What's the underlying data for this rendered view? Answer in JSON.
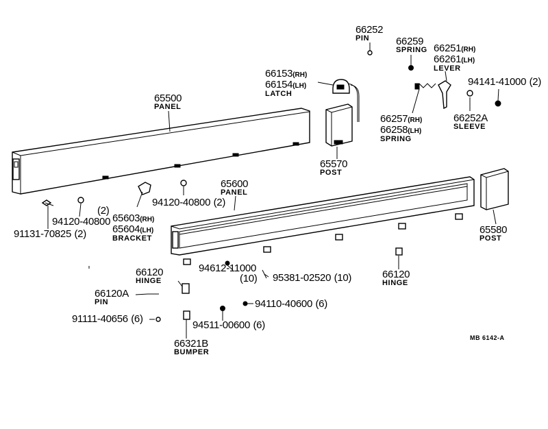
{
  "figure_id": "MB 6142-A",
  "parts": [
    {
      "key": "p66252",
      "number": "66252",
      "name": "PIN"
    },
    {
      "key": "p66259",
      "number": "66259",
      "name": "SPRING"
    },
    {
      "key": "p66251",
      "number": "66251",
      "side": "(RH)"
    },
    {
      "key": "p66261",
      "number": "66261",
      "side": "(LH)",
      "name": "LEVER"
    },
    {
      "key": "p94141",
      "number": "94141-41000",
      "qty": "(2)"
    },
    {
      "key": "p66153",
      "number": "66153",
      "side": "(RH)"
    },
    {
      "key": "p66154",
      "number": "66154",
      "side": "(LH)",
      "name": "LATCH"
    },
    {
      "key": "p65500",
      "number": "65500",
      "name": "PANEL"
    },
    {
      "key": "p66257",
      "number": "66257",
      "side": "(RH)"
    },
    {
      "key": "p66258",
      "number": "66258",
      "side": "(LH)",
      "name": "SPRING"
    },
    {
      "key": "p66252A",
      "number": "66252A",
      "name": "SLEEVE"
    },
    {
      "key": "p65570",
      "number": "65570",
      "name": "POST"
    },
    {
      "key": "p65600",
      "number": "65600",
      "name": "PANEL"
    },
    {
      "key": "p94120b",
      "number": "94120-40800",
      "qty": "(2)"
    },
    {
      "key": "p65603",
      "number": "65603",
      "side": "(RH)"
    },
    {
      "key": "p65604",
      "number": "65604",
      "side": "(LH)",
      "name": "BRACKET"
    },
    {
      "key": "p94120a",
      "number": "94120-40800",
      "qty": "(2)"
    },
    {
      "key": "p91131",
      "number": "91131-70825",
      "qty": "(2)"
    },
    {
      "key": "p65580",
      "number": "65580",
      "name": "POST"
    },
    {
      "key": "p66120a",
      "number": "66120",
      "name": "HINGE"
    },
    {
      "key": "p94612",
      "number": "94612-11000",
      "qty": "(10)"
    },
    {
      "key": "p95381",
      "number": "95381-02520",
      "qty": "(10)"
    },
    {
      "key": "p66120b",
      "number": "66120",
      "name": "HINGE"
    },
    {
      "key": "p66120A",
      "number": "66120A",
      "name": "PIN"
    },
    {
      "key": "p94110",
      "number": "94110-40600",
      "qty": "(6)"
    },
    {
      "key": "p91111",
      "number": "91111-40656",
      "qty": "(6)"
    },
    {
      "key": "p94511",
      "number": "94511-00600",
      "qty": "(6)"
    },
    {
      "key": "p66321B",
      "number": "66321B",
      "name": "BUMPER"
    }
  ]
}
